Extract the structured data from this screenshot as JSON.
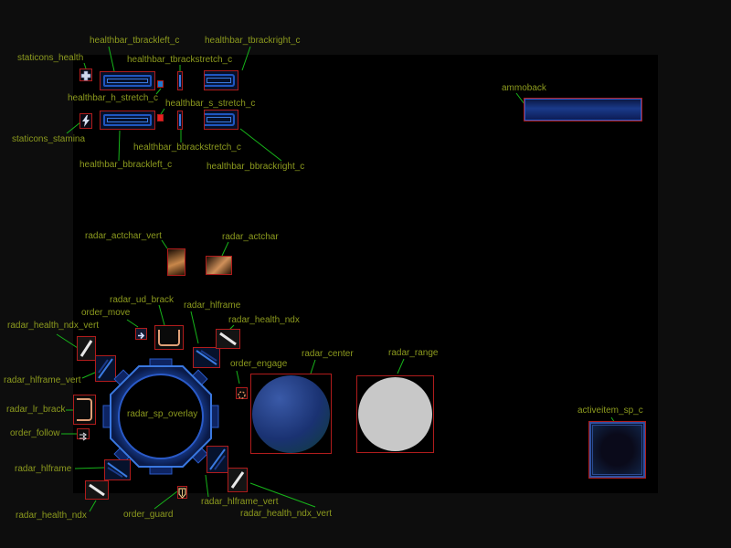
{
  "labels": {
    "staticons_health": "staticons_health",
    "healthbar_tbrackleft_c": "healthbar_tbrackleft_c",
    "healthbar_tbrackright_c": "healthbar_tbrackright_c",
    "healthbar_tbrackstretch_c": "healthbar_tbrackstretch_c",
    "healthbar_h_stretch_c": "healthbar_h_stretch_c",
    "healthbar_s_stretch_c": "healthbar_s_stretch_c",
    "staticons_stamina": "staticons_stamina",
    "healthbar_bbrackstretch_c": "healthbar_bbrackstretch_c",
    "healthbar_bbrackleft_c": "healthbar_bbrackleft_c",
    "healthbar_bbrackright_c": "healthbar_bbrackright_c",
    "ammoback": "ammoback",
    "radar_actchar_vert": "radar_actchar_vert",
    "radar_actchar": "radar_actchar",
    "radar_ud_brack": "radar_ud_brack",
    "order_move": "order_move",
    "radar_hlframe_top": "radar_hlframe",
    "radar_health_ndx_vert_top": "radar_health_ndx_vert",
    "radar_health_ndx_top": "radar_health_ndx",
    "radar_hlframe_vert_top": "radar_hlframe_vert",
    "order_engage": "order_engage",
    "radar_center": "radar_center",
    "radar_range": "radar_range",
    "radar_lr_brack": "radar_lr_brack",
    "radar_sp_overlay": "radar_sp_overlay",
    "order_follow": "order_follow",
    "activeitem_sp_c": "activeitem_sp_c",
    "radar_hlframe_bottom": "radar_hlframe",
    "radar_health_ndx_bottom": "radar_health_ndx",
    "order_guard": "order_guard",
    "radar_hlframe_vert_bottom": "radar_hlframe_vert",
    "radar_health_ndx_vert_bottom": "radar_health_ndx_vert"
  },
  "colors": {
    "label": "#8c9a1e",
    "leader_line": "#17b51a",
    "box_border": "#b01c1c",
    "sheet_bg": "#000000",
    "page_bg": "#0d0d0d"
  }
}
